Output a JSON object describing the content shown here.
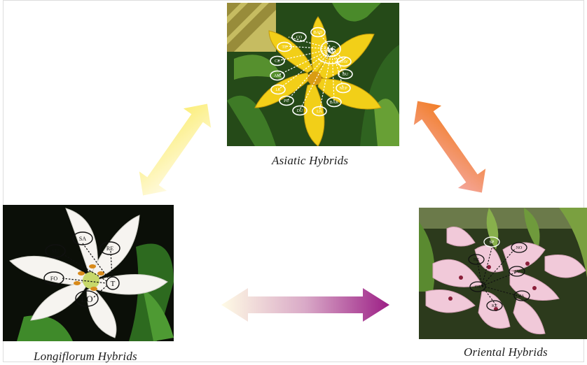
{
  "groups": {
    "asiatic": {
      "caption": "Asiatic Hybrids",
      "hub": "AS",
      "nodes": [
        "CO",
        "BAD",
        "DAV",
        "BU",
        "NEP",
        "BAK",
        "LA",
        "DU",
        "PU",
        "LE",
        "AM",
        "CE",
        "TE"
      ]
    },
    "longiflorum": {
      "caption": "Longiflorum Hybrids",
      "hub": "LO",
      "hub2": "T",
      "nodes": [
        "SU",
        "SA",
        "RE",
        "FO"
      ]
    },
    "oriental": {
      "caption": "Oriental Hybrids",
      "nodes": [
        "SP",
        "NO",
        "HE",
        "AU",
        "JA",
        "KE",
        "CA"
      ]
    }
  },
  "colors": {
    "arrow_left_top": "#fbf07a",
    "arrow_left_bottom": "#fdf6d0",
    "arrow_right_top": "#f07d1e",
    "arrow_right_bottom": "#f5a6a1",
    "arrow_bottom_left": "#fdf6d0",
    "arrow_bottom_right": "#a3258a"
  }
}
